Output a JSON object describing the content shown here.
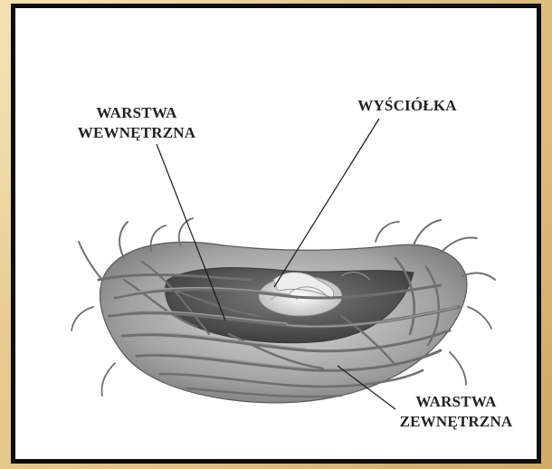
{
  "labels": {
    "inner_layer": [
      "WARSTWA",
      "WEWNĘTRZNA"
    ],
    "lining": "WYŚCIÓŁKA",
    "outer_layer": [
      "WARSTWA",
      "ZEWNĘTRZNA"
    ]
  },
  "colors": {
    "background": "#e8cf96",
    "frame_border": "#0d0d0d",
    "panel": "#ffffff",
    "text": "#222222",
    "twig": "#6f6f6f"
  },
  "illustration": "bird-nest"
}
